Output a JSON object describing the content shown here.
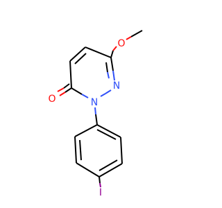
{
  "molecule": {
    "atoms": {
      "oxygen_methoxy": "O",
      "oxygen_carbonyl": "O",
      "nitrogen_1": "N",
      "nitrogen_2": "N",
      "iodine": "I"
    },
    "colors": {
      "bond": "#000000",
      "oxygen": "#ff0d0d",
      "nitrogen": "#3050f8",
      "iodine": "#940094"
    }
  }
}
